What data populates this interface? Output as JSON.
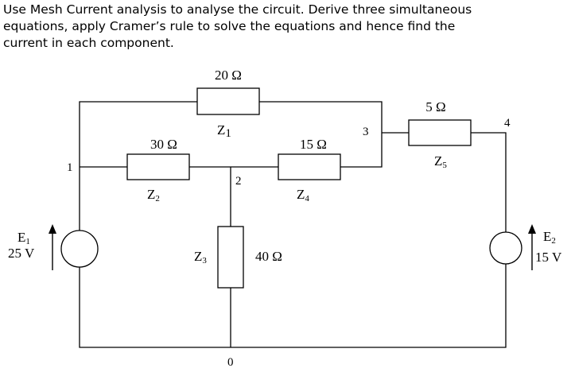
{
  "question": {
    "line1": "Use Mesh Current analysis to analyse the circuit. Derive three simultaneous",
    "line2": "equations, apply Cramer’s rule to solve the equations and hence find the",
    "line3": "current in each component."
  },
  "components": {
    "z1": {
      "name": "Z",
      "sub": "1",
      "value": "20 Ω"
    },
    "z2": {
      "name": "Z",
      "sub": "2",
      "value": "30 Ω"
    },
    "z3": {
      "name": "Z",
      "sub": "3",
      "value": "40 Ω"
    },
    "z4": {
      "name": "Z",
      "sub": "4",
      "value": "15 Ω"
    },
    "z5": {
      "name": "Z",
      "sub": "5",
      "value": "5 Ω"
    }
  },
  "sources": {
    "e1": {
      "name": "E",
      "sub": "1",
      "value": "25 V"
    },
    "e2": {
      "name": "E",
      "sub": "2",
      "value": "15 V"
    }
  },
  "nodes": {
    "n0": "0",
    "n1": "1",
    "n2": "2",
    "n3": "3",
    "n4": "4"
  }
}
